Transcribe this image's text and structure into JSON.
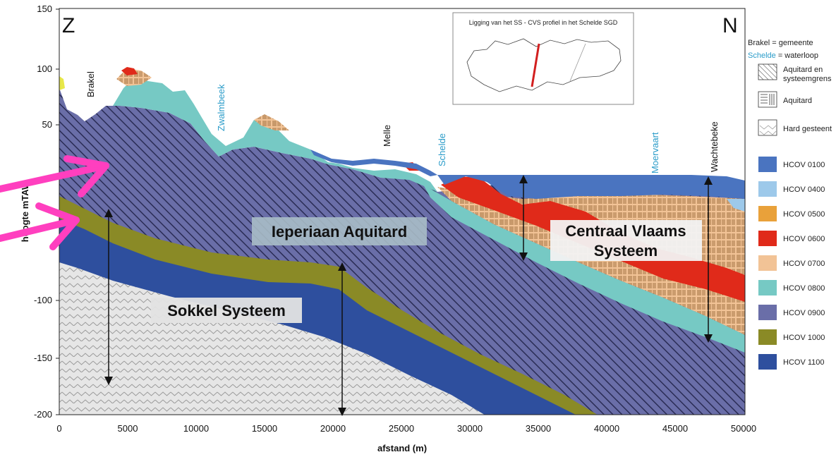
{
  "corner_left": "Z",
  "corner_right": "N",
  "x_axis": {
    "title": "afstand (m)",
    "ticks": [
      "0",
      "5000",
      "10000",
      "15000",
      "20000",
      "25000",
      "30000",
      "35000",
      "40000",
      "45000",
      "50000"
    ]
  },
  "y_axis": {
    "title": "hoogte mTAW",
    "ticks": [
      "150",
      "100",
      "50",
      "-100",
      "-150",
      "-200"
    ]
  },
  "places": [
    {
      "name": "Brakel",
      "type": "gemeente"
    },
    {
      "name": "Zwalmbeek",
      "type": "waterloop"
    },
    {
      "name": "Melle",
      "type": "gemeente"
    },
    {
      "name": "Schelde",
      "type": "waterloop"
    },
    {
      "name": "Moervaart",
      "type": "waterloop"
    },
    {
      "name": "Wachtebeke",
      "type": "gemeente"
    }
  ],
  "labels": {
    "ieperiaan": "Ieperiaan Aquitard",
    "centraal_line1": "Centraal Vlaams",
    "centraal_line2": "Systeem",
    "sokkel": "Sokkel Systeem"
  },
  "inset": {
    "title": "Ligging van het SS - CVS profiel in het Schelde SGD"
  },
  "legend": {
    "brakel_part1": "Brakel",
    "brakel_part2": " = gemeente",
    "schelde_part1": "Schelde",
    "schelde_part2": " = waterloop",
    "aquitard_grens_line1": "Aquitard en",
    "aquitard_grens_line2": "systeemgrens",
    "aquitard": "Aquitard",
    "hard_gesteent": "Hard gesteent",
    "units": [
      {
        "name": "HCOV 0100",
        "color": "#4a74c0"
      },
      {
        "name": "HCOV 0400",
        "color": "#9dc9ea"
      },
      {
        "name": "HCOV 0500",
        "color": "#e9a13a"
      },
      {
        "name": "HCOV 0600",
        "color": "#e02a1a"
      },
      {
        "name": "HCOV 0700",
        "color": "#f2c396"
      },
      {
        "name": "HCOV 0800",
        "color": "#76c9c4"
      },
      {
        "name": "HCOV 0900",
        "color": "#6a6ea8"
      },
      {
        "name": "HCOV 1000",
        "color": "#8a8a26"
      },
      {
        "name": "HCOV 1100",
        "color": "#2e4f9e"
      }
    ]
  },
  "colors": {
    "waterloop": "#2b9cc9",
    "annotation_arrows": "#ff3fbf"
  }
}
